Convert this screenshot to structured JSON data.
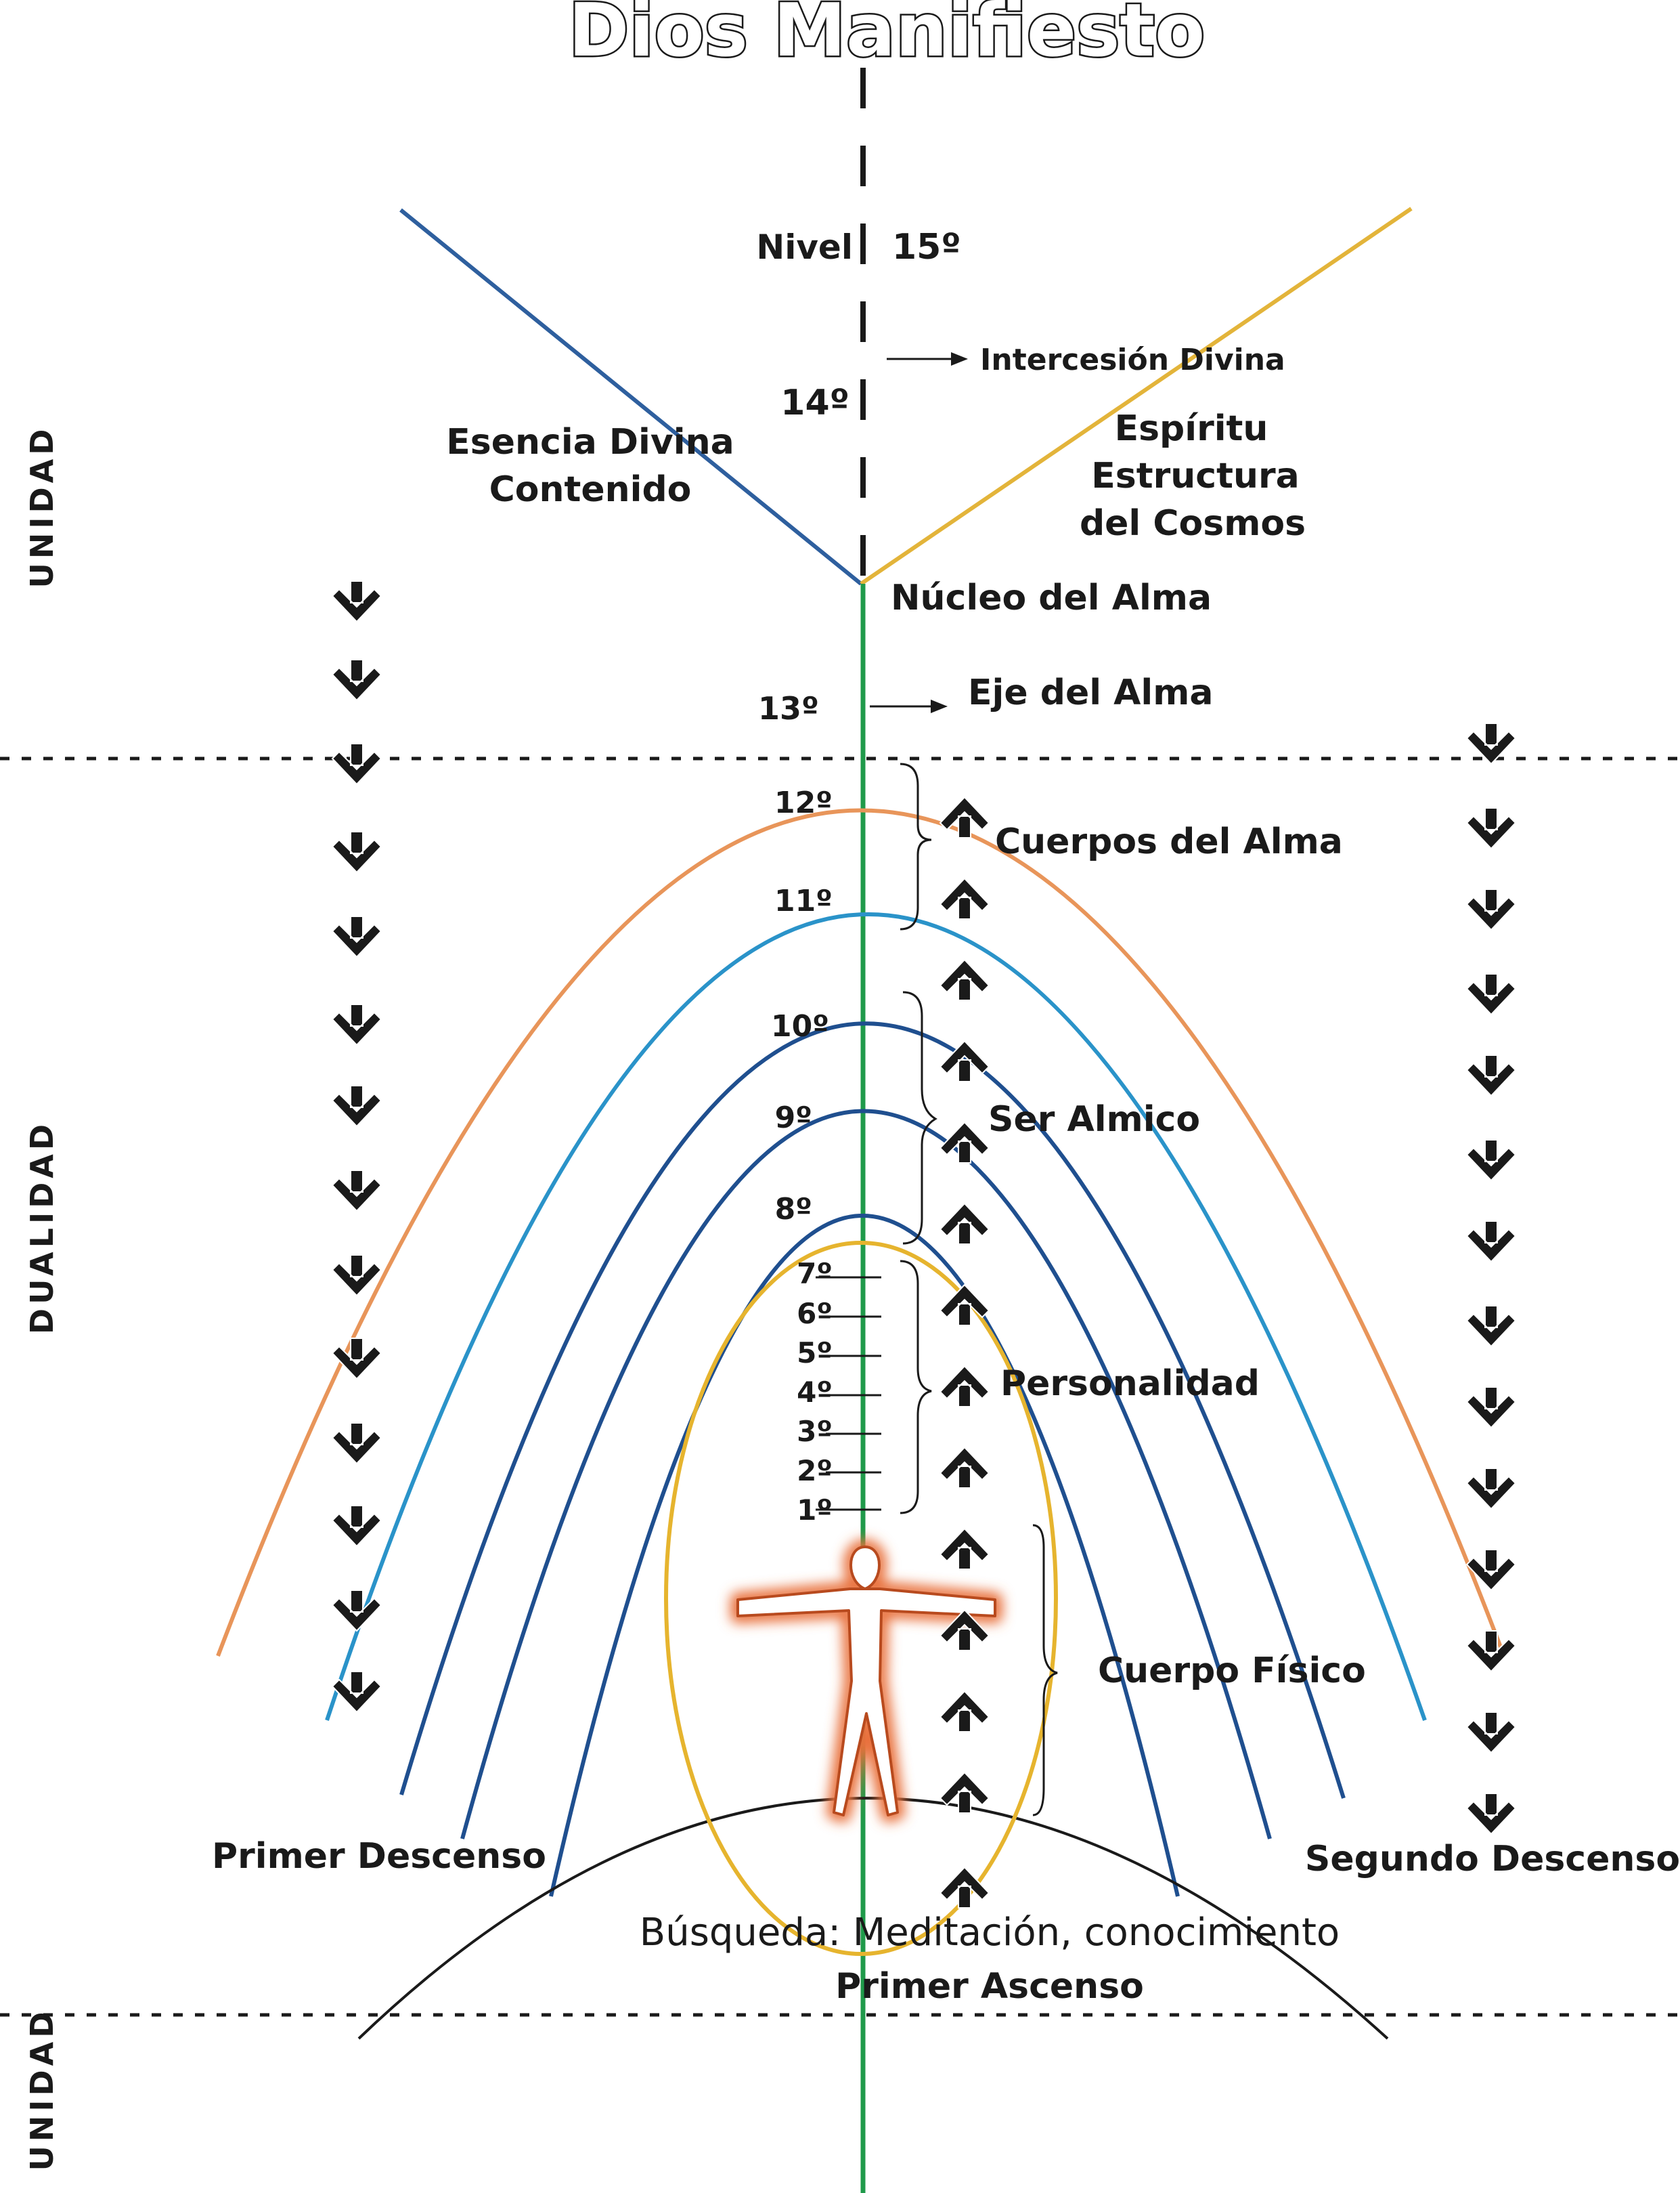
{
  "title": "Dios Manifiesto",
  "side_labels": {
    "top": "UNIDAD",
    "middle": "DUALIDAD",
    "bottom": "UNIDAD"
  },
  "labels": {
    "nivel": "Nivel",
    "level_15": "15º",
    "level_14": "14º",
    "level_13": "13º",
    "intercesion": "Intercesión Divina",
    "esencia_1": "Esencia Divina",
    "esencia_2": "Contenido",
    "espiritu_1": "Espíritu",
    "espiritu_2": "Estructura",
    "espiritu_3": "del Cosmos",
    "nucleo": "Núcleo del Alma",
    "eje": "Eje del Alma",
    "cuerpos_alma": "Cuerpos del Alma",
    "ser_almico": "Ser Almico",
    "personalidad": "Personalidad",
    "cuerpo_fisico": "Cuerpo Físico",
    "primer_descenso": "Primer Descenso",
    "segundo_descenso": "Segundo Descenso",
    "busqueda": "Búsqueda: Meditación, conocimiento",
    "primer_ascenso": "Primer Ascenso"
  },
  "arc_levels": [
    "12º",
    "11º",
    "10º",
    "9º",
    "8º"
  ],
  "personality_levels": [
    "7º",
    "6º",
    "5º",
    "4º",
    "3º",
    "2º",
    "1º"
  ],
  "colors": {
    "blue_line": "#2e5f9e",
    "gold_line": "#e3b43a",
    "green_axis": "#1f9a4a",
    "orange_arc": "#e8955a",
    "light_blue_arc": "#2a93c9",
    "dark_blue_arc": "#1f4f8f",
    "gold_oval": "#e6b42e",
    "figure_glow": "#e8703a"
  },
  "icons": {
    "down_arrow": "chevron-down-arrow-icon",
    "up_arrow": "chevron-up-arrow-icon",
    "figure": "human-figure-icon"
  }
}
